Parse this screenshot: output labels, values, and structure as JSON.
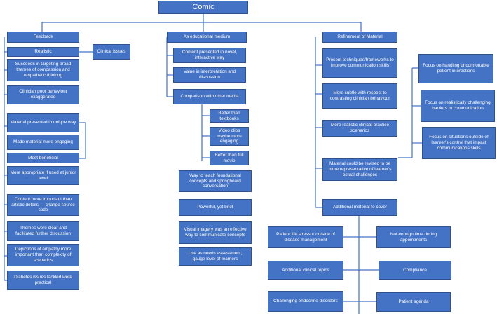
{
  "colors": {
    "box_fill": "#4472c4",
    "box_border": "#2f528f",
    "connector": "#4472c4",
    "text": "#ffffff",
    "background": "#ffffff"
  },
  "root": "Comic",
  "feedback": {
    "title": "Feedback",
    "realistic": "Realistic",
    "clinical_issues": "Clinical Issues",
    "items": [
      "Succeeds in targeting broad themes of compassion and empathetic thinking",
      "Clinician poor behaviour exaggerated",
      "Material presented in unique way",
      "Made material more engaging",
      "Most beneficial",
      "More appropriate if used at junior level",
      "Content more important than artistic details ← change source code",
      "Themes were clear and facilitated further discussion",
      "Depictions of empathy more important than complexity of scenarios",
      "Diabetes issues tackled were practical"
    ]
  },
  "medium": {
    "title": "As educational medium",
    "items": [
      "Content presented in novel, interactive way",
      "Value in interpretation and discussion",
      "Comparison with other media"
    ],
    "comparison": [
      "Better than textbooks",
      "Video clips maybe more engaging",
      "Better than full movie"
    ],
    "more": [
      "Way to teach foundational concepts and springboard conversation",
      "Powerful, yet brief",
      "Visual imagery was an effective way to communicate concepts",
      "Use as needs assessment; gauge level of learners"
    ]
  },
  "refinement": {
    "title": "Refinement of Material",
    "items": [
      "Present techniques/frameworks to improve communication skills",
      "More subtle with respect to contrasting clinician behaviour",
      "More realistic clinical practice scenarios",
      "Material could be revised to be more representative of learner's actual challenges",
      "Additional material to cover"
    ],
    "focus": [
      "Focus on handling uncomfortable patient interactions",
      "Focus on realistically challenging barriers to communication",
      "Focus on situations outside of learner's control that impact communications skills"
    ],
    "additional": [
      "Patient life stressor outside of disease management",
      "Not enough time during appointments",
      "Additional clinical topics",
      "Compliance",
      "Challenging endocrine disorders",
      "Patient agenda"
    ]
  }
}
